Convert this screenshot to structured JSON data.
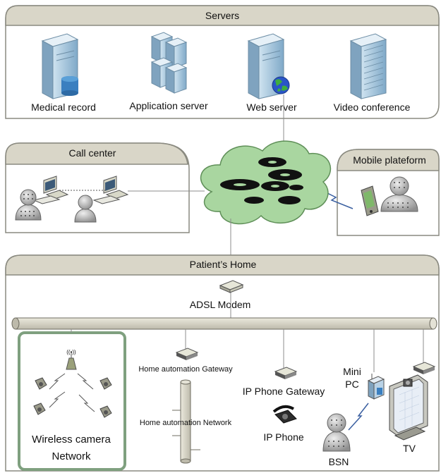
{
  "servers": {
    "title": "Servers",
    "items": [
      {
        "label": "Medical record"
      },
      {
        "label": "Application server"
      },
      {
        "label": "Web server"
      },
      {
        "label": "Video conference"
      }
    ]
  },
  "call_center": {
    "title": "Call center"
  },
  "mobile": {
    "title": "Mobile plateform"
  },
  "home": {
    "title": "Patient’s Home",
    "adsl_label": "ADSL Modem",
    "wireless_label_line1": "Wireless camera",
    "wireless_label_line2": "Network",
    "home_gateway_label": "Home automation Gateway",
    "home_network_label": "Home automation Network",
    "ip_gateway_label": "IP Phone Gateway",
    "ip_phone_label": "IP Phone",
    "mini_pc_line1": "Mini",
    "mini_pc_line2": "PC",
    "bsn_label": "BSN",
    "tv_label": "TV"
  },
  "colors": {
    "panel_header": "#d9d6c8",
    "panel_border": "#8a8a80",
    "cloud": "#a9d6a0",
    "wireless_border": "#7fa07f",
    "server_blue": "#9cc3dc",
    "line": "#8c8c8c"
  }
}
